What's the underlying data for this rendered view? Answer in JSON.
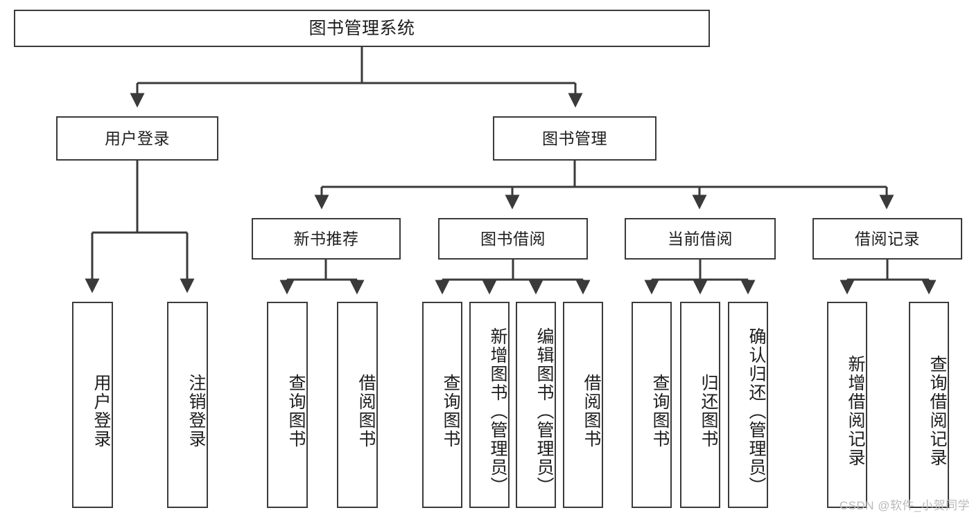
{
  "diagram": {
    "title": "图书管理系统",
    "type": "tree-hierarchy",
    "watermark": "CSDN @软件_小贺同学",
    "colors": {
      "border": "#3a3a3a",
      "edge": "#3a3a3a",
      "background": "#ffffff",
      "text": "#1d1d1d",
      "watermark": "#b9b9b9"
    }
  },
  "nodes": {
    "root": {
      "label": "图书管理系统"
    },
    "level2": [
      {
        "id": "user-login",
        "label": "用户登录"
      },
      {
        "id": "book-management",
        "label": "图书管理"
      }
    ],
    "level3": [
      {
        "id": "new-book-recommend",
        "label": "新书推荐"
      },
      {
        "id": "book-borrow",
        "label": "图书借阅"
      },
      {
        "id": "current-borrow",
        "label": "当前借阅"
      },
      {
        "id": "borrow-record",
        "label": "借阅记录"
      }
    ],
    "leaves": {
      "user_login": [
        {
          "id": "leaf-user-login",
          "label": "用户登录"
        },
        {
          "id": "leaf-logout-login",
          "label": "注销登录"
        }
      ],
      "new_book_recommend": [
        {
          "id": "leaf-query-book-1",
          "label": "查询图书"
        },
        {
          "id": "leaf-borrow-book-1",
          "label": "借阅图书"
        }
      ],
      "book_borrow": [
        {
          "id": "leaf-query-book-2",
          "label": "查询图书"
        },
        {
          "id": "leaf-add-book",
          "label": "新增图书（管理员）"
        },
        {
          "id": "leaf-edit-book",
          "label": "编辑图书（管理员）"
        },
        {
          "id": "leaf-borrow-book-2",
          "label": "借阅图书"
        }
      ],
      "current_borrow": [
        {
          "id": "leaf-query-book-3",
          "label": "查询图书"
        },
        {
          "id": "leaf-return-book",
          "label": "归还图书"
        },
        {
          "id": "leaf-confirm-return",
          "label": "确认归还（管理员）"
        }
      ],
      "borrow_record": [
        {
          "id": "leaf-add-borrow-record",
          "label": "新增借阅记录"
        },
        {
          "id": "leaf-query-borrow-record",
          "label": "查询借阅记录"
        }
      ]
    }
  }
}
